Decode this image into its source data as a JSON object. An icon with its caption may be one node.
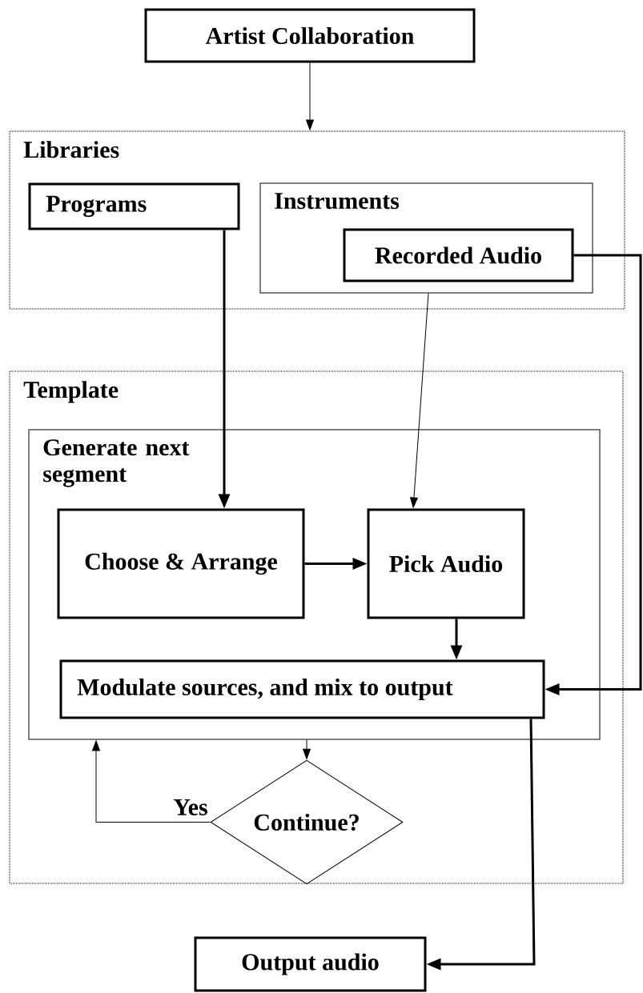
{
  "diagram": {
    "nodes": [
      {
        "text": [
          "Artist Collaboration"
        ]
      },
      {
        "text": [
          "Libraries"
        ]
      },
      {
        "text": [
          "Programs"
        ],
        "in": 1
      },
      {
        "text": [
          "Instruments"
        ],
        "in": 1
      },
      {
        "text": [
          "Recorded Audio"
        ],
        "in": 3
      },
      {
        "text": [
          "Template"
        ]
      },
      {
        "text": [
          "Generate next segment"
        ],
        "in": 5
      },
      {
        "text": [
          "Choose & Arrange"
        ],
        "in": 6
      },
      {
        "text": [
          "Pick Audio"
        ],
        "in": 6
      },
      {
        "text": [
          "Modulate sources, and mix to output"
        ],
        "in": 6
      },
      {
        "text": [
          "Continue?"
        ],
        "in": 5
      },
      {
        "text": [
          "Output audio"
        ]
      }
    ],
    "edges": [
      {
        "from": 0,
        "to": 1,
        "arrow": "to"
      },
      {
        "from": 2,
        "to": 7,
        "arrow": "to"
      },
      {
        "from": 3,
        "to": 8,
        "arrow": "to"
      },
      {
        "from": 7,
        "to": 8,
        "arrow": "to"
      },
      {
        "from": 8,
        "to": 9,
        "arrow": "to"
      },
      {
        "from": 4,
        "to": 9,
        "arrow": "to"
      },
      {
        "from": 6,
        "to": 10,
        "arrow": "to"
      },
      {
        "from": 10,
        "to": 6,
        "arrow": "to",
        "label": "Yes"
      },
      {
        "from": 9,
        "to": 11,
        "arrow": "to"
      }
    ]
  }
}
